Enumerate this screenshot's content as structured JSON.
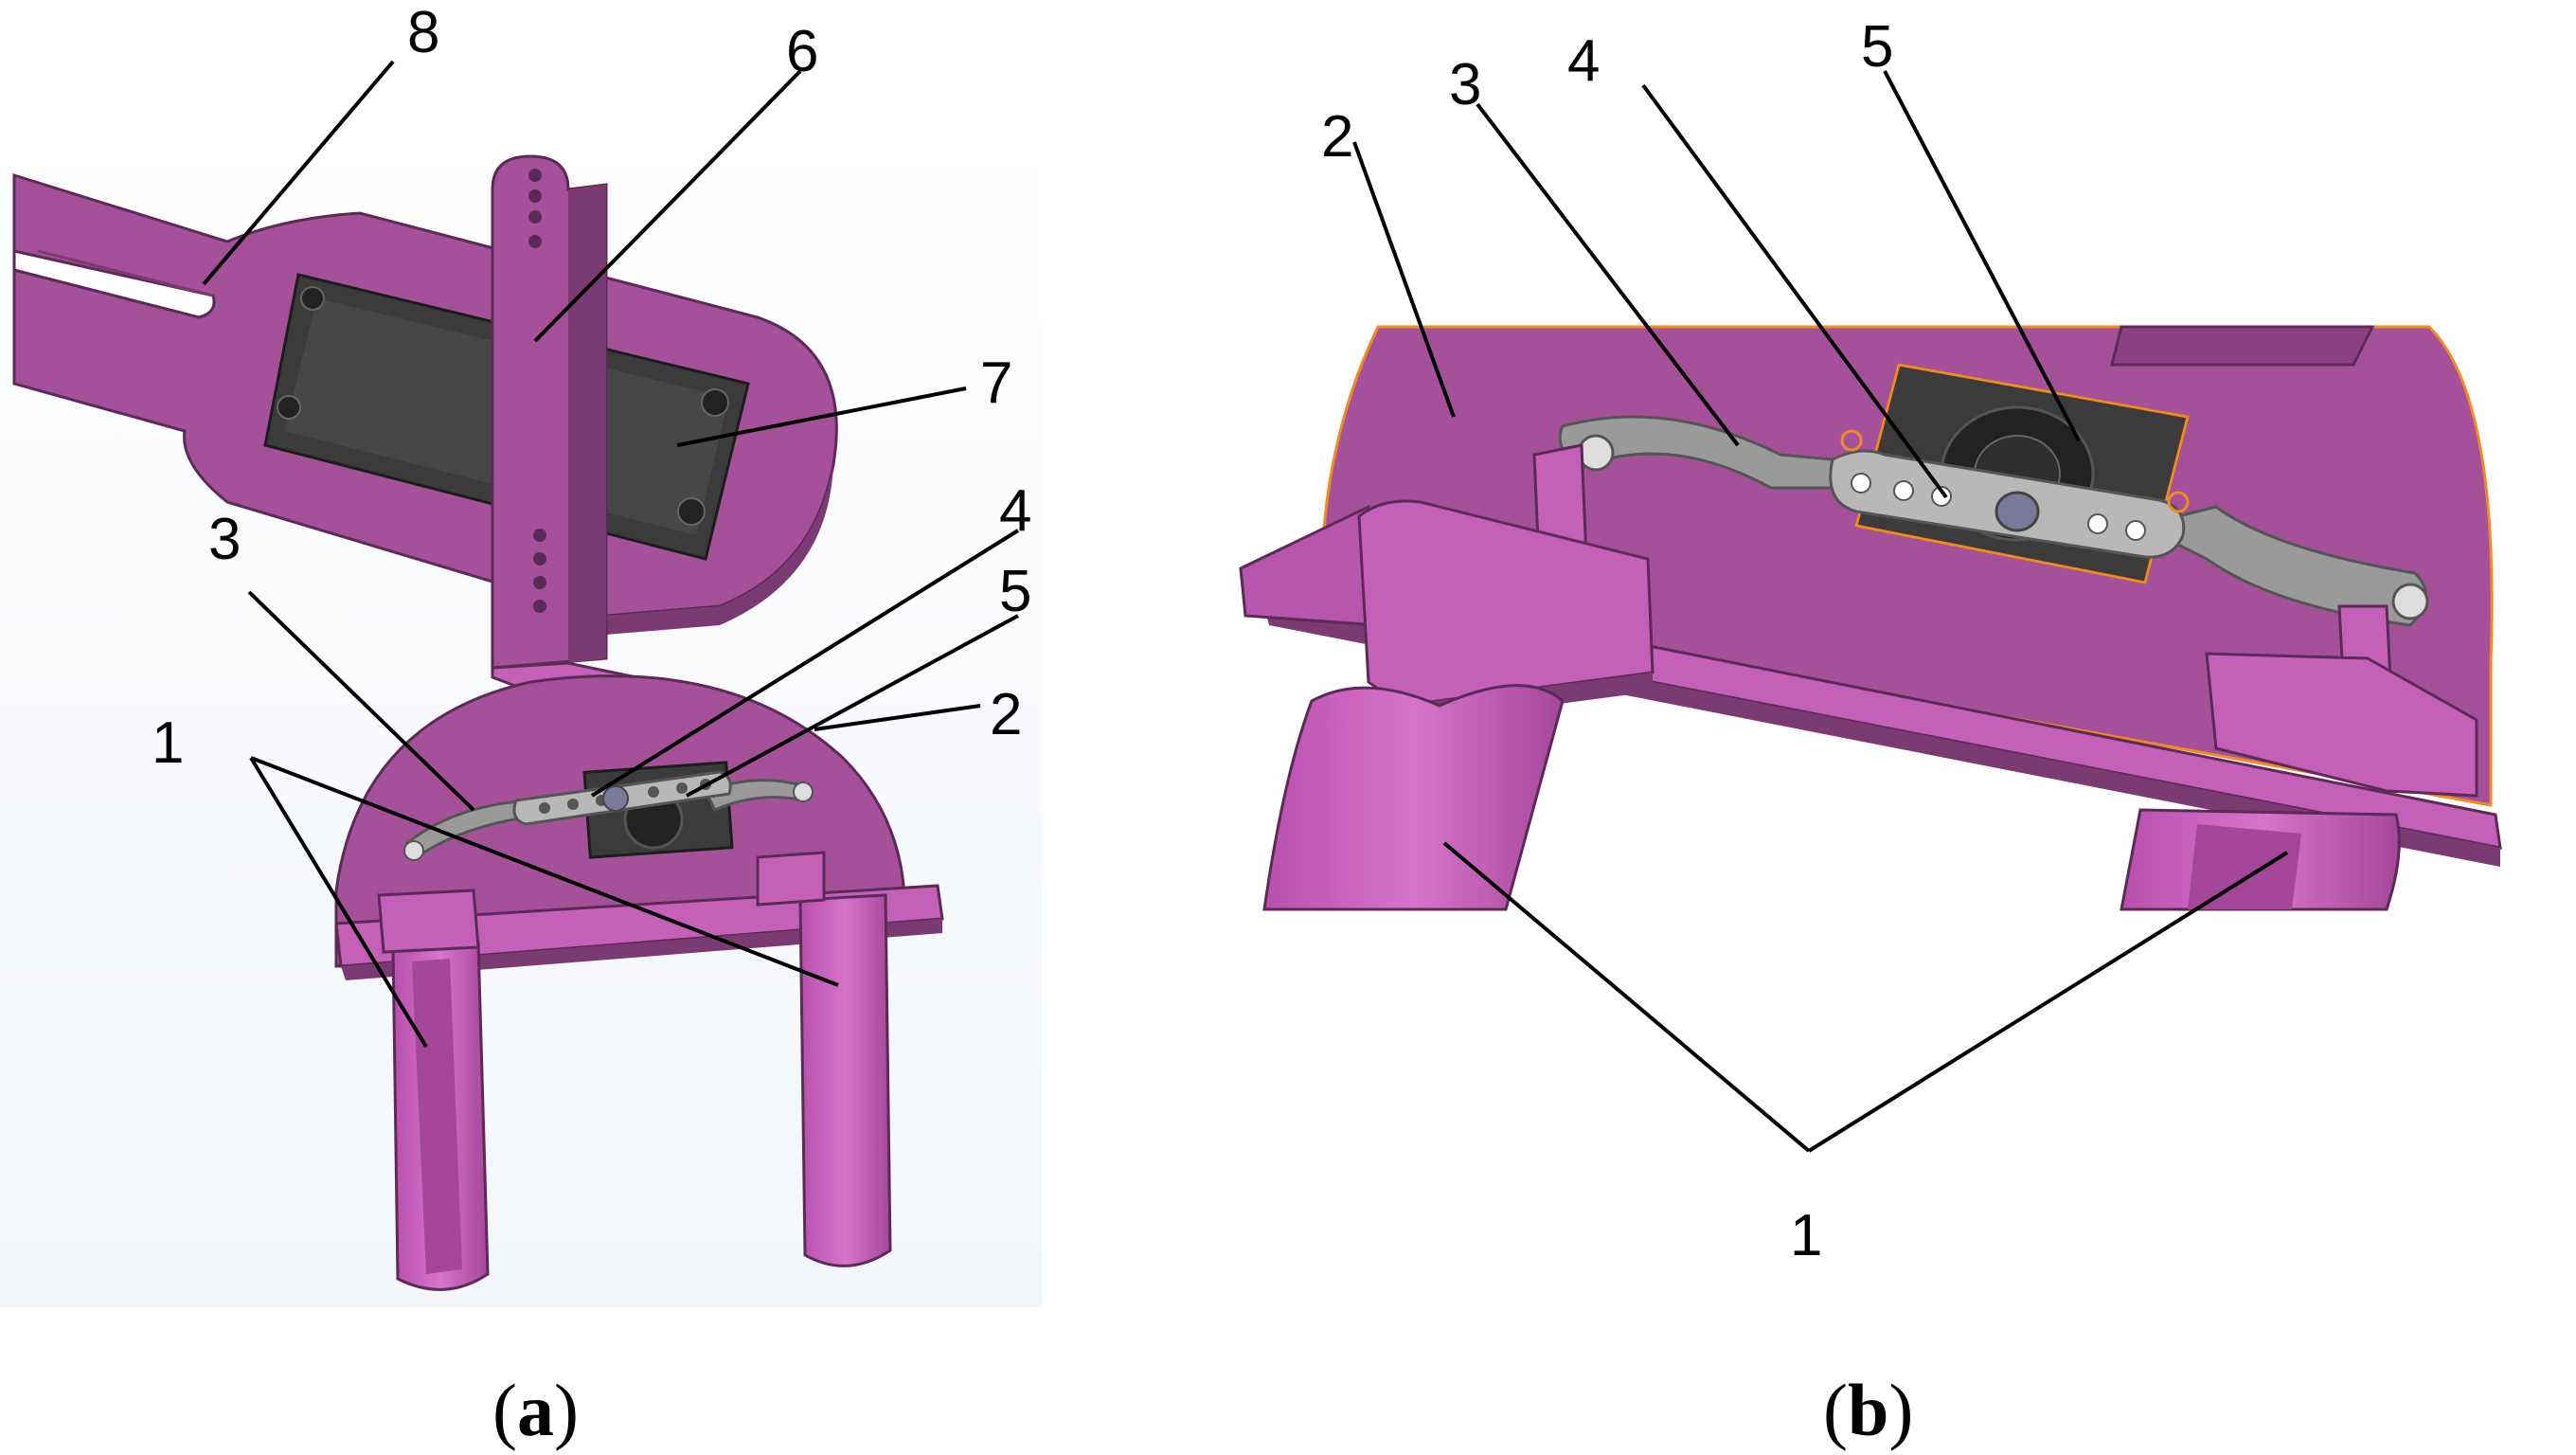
{
  "panels": {
    "a": {
      "caption_open": "(",
      "caption_letter": "a",
      "caption_close": ")",
      "callouts": [
        "8",
        "6",
        "7",
        "3",
        "4",
        "5",
        "2",
        "1"
      ]
    },
    "b": {
      "caption_open": "(",
      "caption_letter": "b",
      "caption_close": ")",
      "callouts": [
        "2",
        "3",
        "4",
        "5",
        "1"
      ]
    }
  },
  "colors": {
    "part_magenta": "#a4519a",
    "part_magenta_light": "#c560b8",
    "part_magenta_dark": "#7b3a72",
    "servo_black": "#3b3b3b",
    "horn_gray": "#9a9a9a",
    "highlight_orange": "#f08a24",
    "background": "#ffffff"
  }
}
